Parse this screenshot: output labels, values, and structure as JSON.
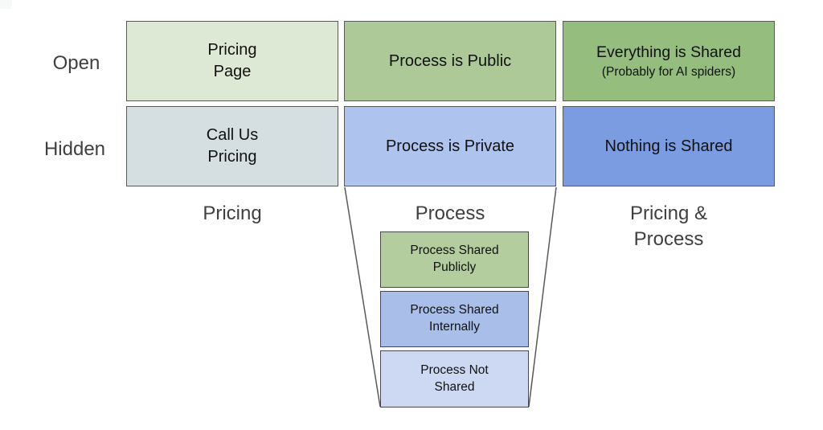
{
  "grid": {
    "rows": [
      {
        "label": "Open",
        "cells": [
          {
            "lines": [
              "Pricing",
              "Page"
            ],
            "fill": "#dde9d5"
          },
          {
            "lines": [
              "Process is Public"
            ],
            "fill": "#adc998"
          },
          {
            "lines": [
              "Everything is Shared"
            ],
            "note": "(Probably for AI spiders)",
            "fill": "#94bd7e"
          }
        ]
      },
      {
        "label": "Hidden",
        "cells": [
          {
            "lines": [
              "Call Us",
              "Pricing"
            ],
            "fill": "#d5dfe2"
          },
          {
            "lines": [
              "Process is Private"
            ],
            "fill": "#aec3ed"
          },
          {
            "lines": [
              "Nothing is Shared"
            ],
            "fill": "#7b9ce0"
          }
        ]
      }
    ],
    "column_labels": [
      {
        "lines": [
          "Pricing"
        ]
      },
      {
        "lines": [
          "Process"
        ]
      },
      {
        "lines": [
          "Pricing &",
          "Process"
        ]
      }
    ]
  },
  "funnel": {
    "stages": [
      {
        "lines": [
          "Process Shared",
          "Publicly"
        ],
        "fill": "#b3cd9f"
      },
      {
        "lines": [
          "Process Shared",
          "Internally"
        ],
        "fill": "#a9bfe9"
      },
      {
        "lines": [
          "Process Not",
          "Shared"
        ],
        "fill": "#cdd9f2"
      }
    ],
    "connector_stroke": "#595959"
  },
  "colors": {
    "background": "#ffffff",
    "cell_border": "#595959",
    "funnel_border": "#47484c",
    "label_text": "#3f3f3f",
    "cell_text": "#111111"
  }
}
